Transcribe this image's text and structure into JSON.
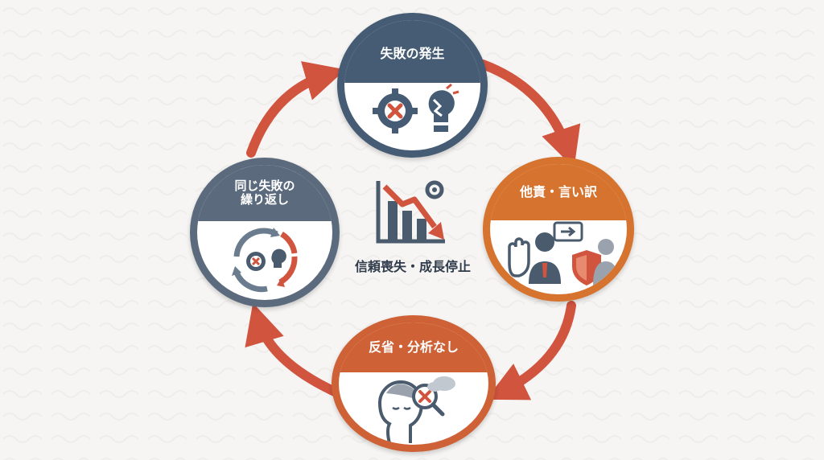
{
  "nodes": [
    {
      "label": "失敗の発生"
    },
    {
      "label": "他責・言い訳"
    },
    {
      "label": "反省・分析なし"
    },
    {
      "label_line1": "同じ失敗の",
      "label_line2": "繰り返し"
    }
  ],
  "center": {
    "label": "信頼喪失・成長停止"
  },
  "colors": {
    "navy": "#455c74",
    "orange": "#d5732f",
    "red_orange": "#ce6236",
    "slate": "#5b6b7d",
    "arrow": "#d1543f"
  },
  "icons": [
    "gear-x-icon",
    "broken-bulb-icon",
    "stop-hand-icon",
    "arrow-speech-icon",
    "shield-icon",
    "head-icon",
    "magnifier-x-icon",
    "cycle-arrows-icon",
    "declining-chart-icon"
  ]
}
